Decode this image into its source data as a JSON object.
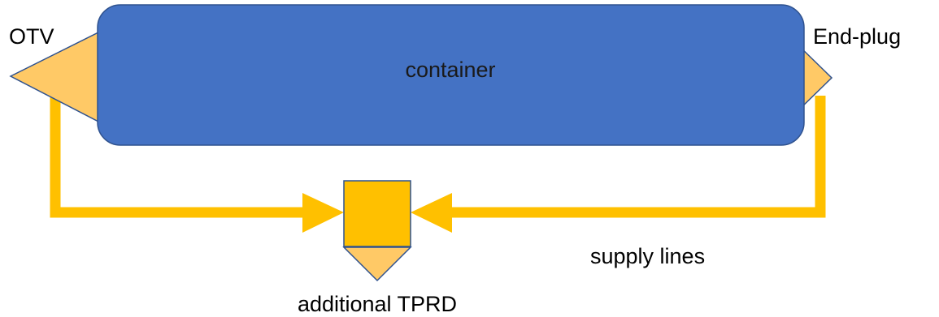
{
  "diagram": {
    "labels": {
      "otv": "OTV",
      "container": "container",
      "end_plug": "End-plug",
      "supply_lines": "supply lines",
      "additional_tprd": "additional TPRD"
    },
    "colors": {
      "container_fill": "#4472C4",
      "container_stroke": "#2F528F",
      "valve_fill": "#FFC966",
      "valve_stroke": "#2F528F",
      "line": "#FFC000",
      "tprd_box": "#FFC000",
      "tprd_stroke": "#2F528F",
      "text": "#000000"
    }
  }
}
